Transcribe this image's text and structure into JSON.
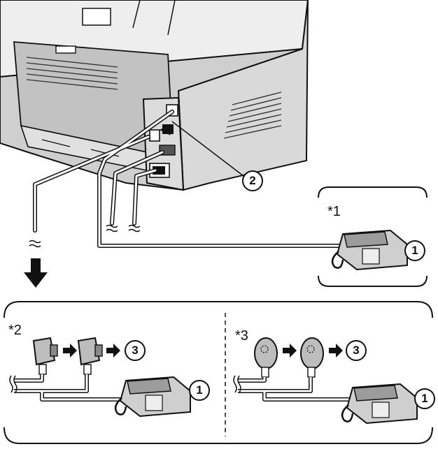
{
  "labels": {
    "note_1": "*1",
    "note_2": "*2",
    "note_3": "*3"
  },
  "callouts": {
    "item_1": "1",
    "item_2": "2",
    "item_3": "3"
  },
  "colors": {
    "device_fill": "#e6e6e6",
    "device_dark": "#b4b4b4",
    "outline": "#111111",
    "cable": "#8a8a8a",
    "accent": "#000000"
  },
  "icons": [
    "multifunction-printer-rear",
    "telephone-jack",
    "power-inlet",
    "telephone",
    "plug-adaptor",
    "down-arrow"
  ]
}
